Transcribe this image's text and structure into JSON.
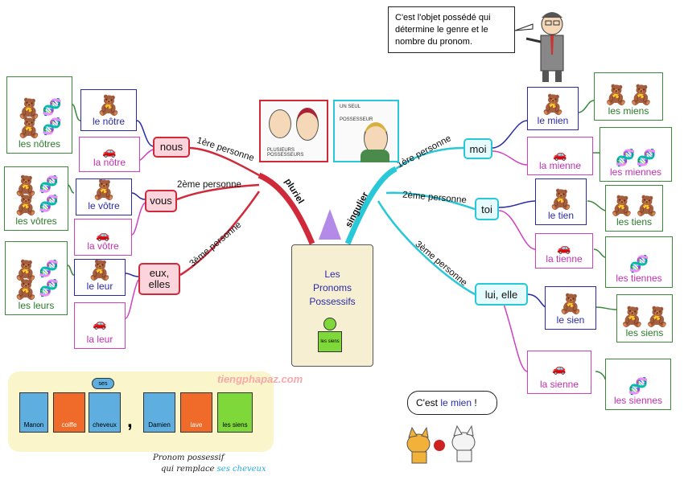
{
  "title_box": {
    "title": "Les Pronoms Possessifs",
    "line1": "Les",
    "line2": "Pronoms",
    "line3": "Possessifs",
    "figure_label": "les siens"
  },
  "branches": {
    "plural": "pluriel",
    "singular": "singulier"
  },
  "persons": {
    "first": "1ère personne",
    "second": "2ème personne",
    "third": "3ème personne"
  },
  "left": {
    "nous": "nous",
    "vous": "vous",
    "eux1": "eux,",
    "eux2": "elles",
    "le_notre": "le nôtre",
    "la_notre": "la nôtre",
    "les_notres": "les nôtres",
    "le_votre": "le vôtre",
    "la_votre": "la vôtre",
    "les_votres": "les vôtres",
    "le_leur": "le leur",
    "la_leur": "la leur",
    "les_leurs": "les leurs"
  },
  "right": {
    "moi": "moi",
    "toi": "toi",
    "lui_elle": "lui, elle",
    "le_mien": "le mien",
    "la_mienne": "la mienne",
    "les_miens": "les miens",
    "les_miennes": "les miennes",
    "le_tien": "le tien",
    "la_tienne": "la tienne",
    "les_tiens": "les tiens",
    "les_tiennes": "les tiennes",
    "le_sien": "le sien",
    "la_sienne": "la sienne",
    "les_siens": "les siens",
    "les_siennes": "les siennes"
  },
  "pictures": {
    "plural_caption": "PLUSIEURS POSSESSEURS",
    "singular_caption1": "UN SEUL",
    "singular_caption2": "POSSESSEUR"
  },
  "teacher_bubble": {
    "line1": "C'est l'objet possédé qui",
    "line2": "détermine le genre et le",
    "line3": "nombre du pronom."
  },
  "cat_bubble": {
    "prefix": "C'est ",
    "highlight": "le mien",
    "suffix": " !"
  },
  "sentence": {
    "w1": "Manon",
    "w2": "coiffe",
    "w3": "cheveux",
    "w3_hat": "ses",
    "comma": ",",
    "w4": "Damien",
    "w5": "lave",
    "w6": "les siens"
  },
  "note": {
    "line1": "Pronom possessif",
    "line2_prefix": "qui remplace ",
    "line2_highlight": "ses cheveux"
  },
  "watermark": "tiengphapaz.com",
  "colors": {
    "red": "#d02a3a",
    "cyan": "#28c8d8",
    "green": "#3a8a3a",
    "blue": "#2a2aa8",
    "magenta": "#d040c0",
    "purple": "#b48ae8"
  },
  "icons": [
    "teddy-bear-icon",
    "car-icon",
    "dna-icon",
    "teacher-icon",
    "cat-icon"
  ]
}
